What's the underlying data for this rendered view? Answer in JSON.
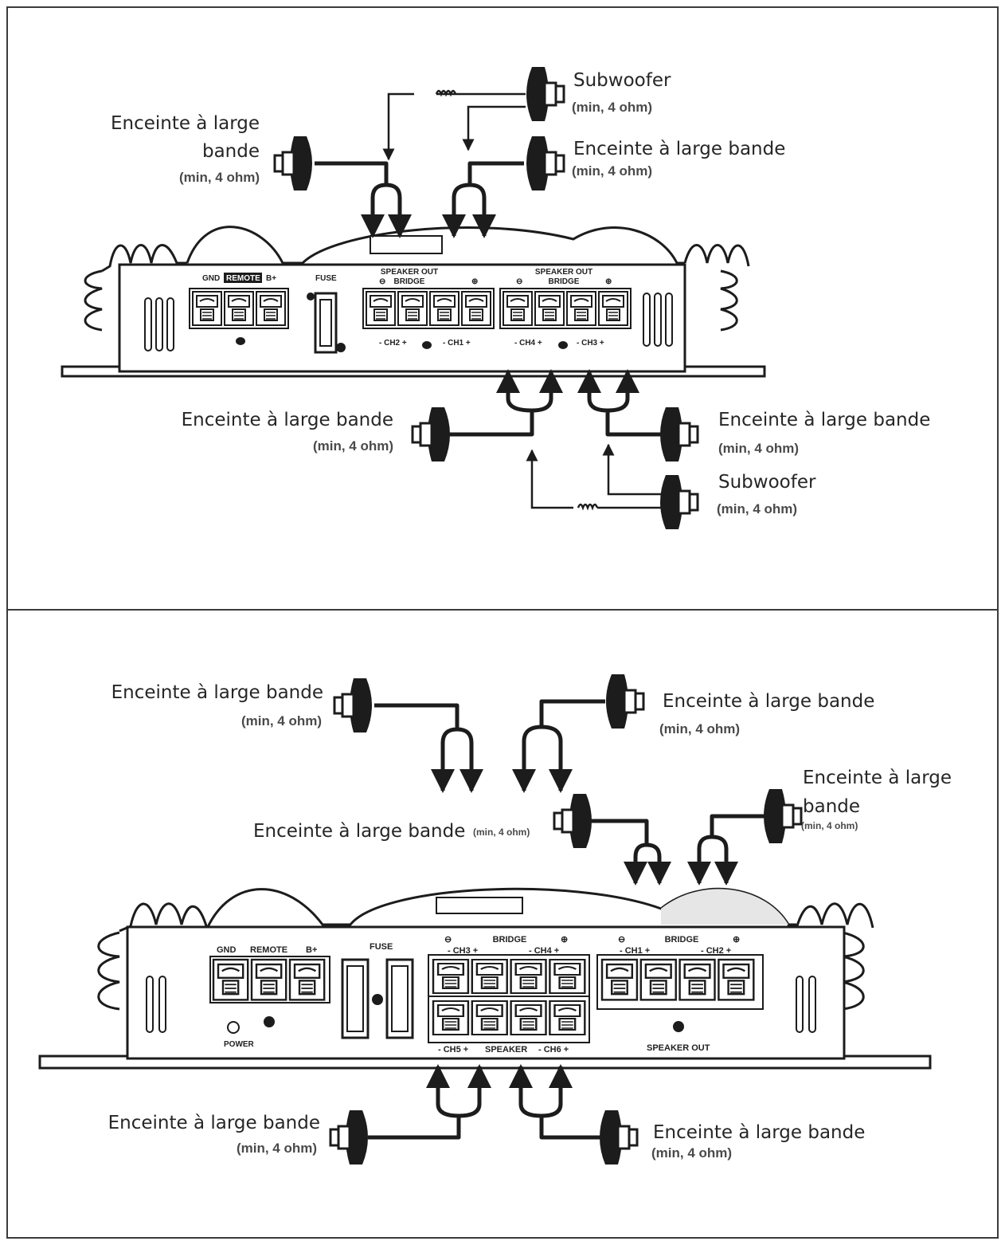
{
  "panel_top": {
    "amplifier": {
      "power_terminals": [
        "GND",
        "REMOTE",
        "B+"
      ],
      "fuse_label": "FUSE",
      "speaker_out_label": "SPEAKER OUT",
      "bridge_label": "BRIDGE",
      "polarity_minus": "⊖",
      "polarity_plus": "⊕",
      "channel_labels": [
        "- CH2 +",
        "- CH1 +",
        "- CH4 +",
        "- CH3 +"
      ]
    },
    "speakers": [
      {
        "name": "Enceinte à large",
        "name_line2": "bande",
        "rating": "(min, 4 ohm)"
      },
      {
        "name": "Subwoofer",
        "rating": "(min, 4 ohm)"
      },
      {
        "name": "Enceinte à large bande",
        "rating": "(min, 4 ohm)"
      },
      {
        "name": "Enceinte à large bande",
        "rating": "(min, 4 ohm)"
      },
      {
        "name": "Enceinte à large bande",
        "rating": "(min, 4 ohm)"
      },
      {
        "name": "Subwoofer",
        "rating": "(min, 4 ohm)"
      }
    ]
  },
  "panel_bottom": {
    "amplifier": {
      "power_terminals": [
        "GND",
        "REMOTE",
        "B+"
      ],
      "power_led_label": "POWER",
      "fuse_label": "FUSE",
      "bridge_label": "BRIDGE",
      "polarity_minus": "⊖",
      "polarity_plus": "⊕",
      "channel_labels_top": [
        "- CH3 +",
        "- CH4 +",
        "- CH1 +",
        "- CH2 +"
      ],
      "channel_labels_bottom": [
        "- CH5 +",
        "SPEAKER",
        "- CH6 +"
      ],
      "speaker_out_label": "SPEAKER OUT"
    },
    "speakers": [
      {
        "name": "Enceinte à large bande",
        "rating": "(min, 4 ohm)"
      },
      {
        "name": "Enceinte à large bande",
        "rating": "(min, 4 ohm)"
      },
      {
        "name": "Enceinte à large bande",
        "rating": "(min, 4 ohm)"
      },
      {
        "name": "Enceinte à large",
        "name_line2": "bande",
        "rating": "(min, 4 ohm)"
      },
      {
        "name": "Enceinte à large bande",
        "rating": "(min, 4 ohm)"
      },
      {
        "name": "Enceinte à large bande",
        "rating": "(min, 4 ohm)"
      }
    ]
  }
}
